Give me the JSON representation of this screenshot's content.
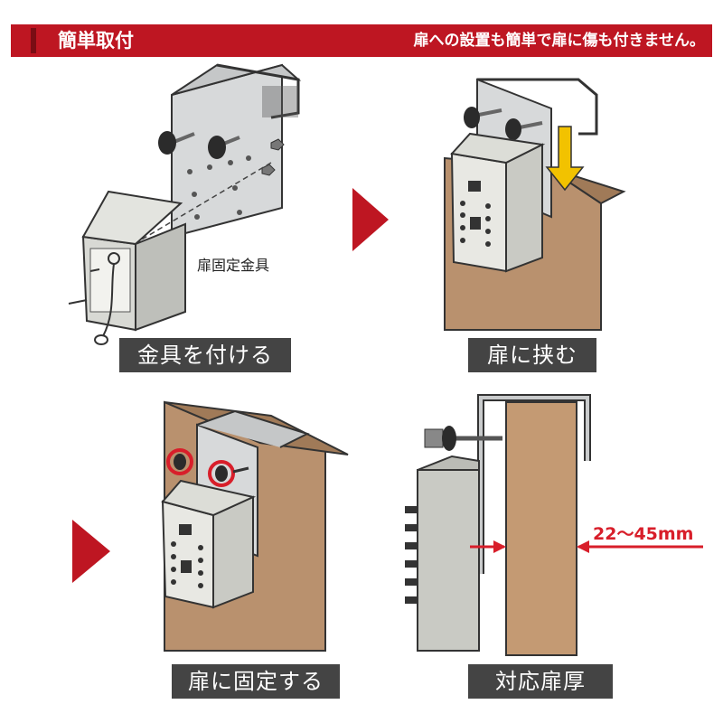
{
  "header": {
    "title": "簡単取付",
    "subtitle": "扉への設置も簡単で扉に傷も付きません。"
  },
  "steps": [
    {
      "label": "金具を付ける",
      "caption": "扉固定金具"
    },
    {
      "label": "扉に挟む"
    },
    {
      "label": "扉に固定する"
    },
    {
      "label": "対応扉厚",
      "measurement": "22～45mm"
    }
  ],
  "colors": {
    "accent": "#be1622",
    "label_bg": "#444444",
    "door": "#b9916e",
    "arrow": "#f2c200",
    "measure": "#d81e2a"
  }
}
